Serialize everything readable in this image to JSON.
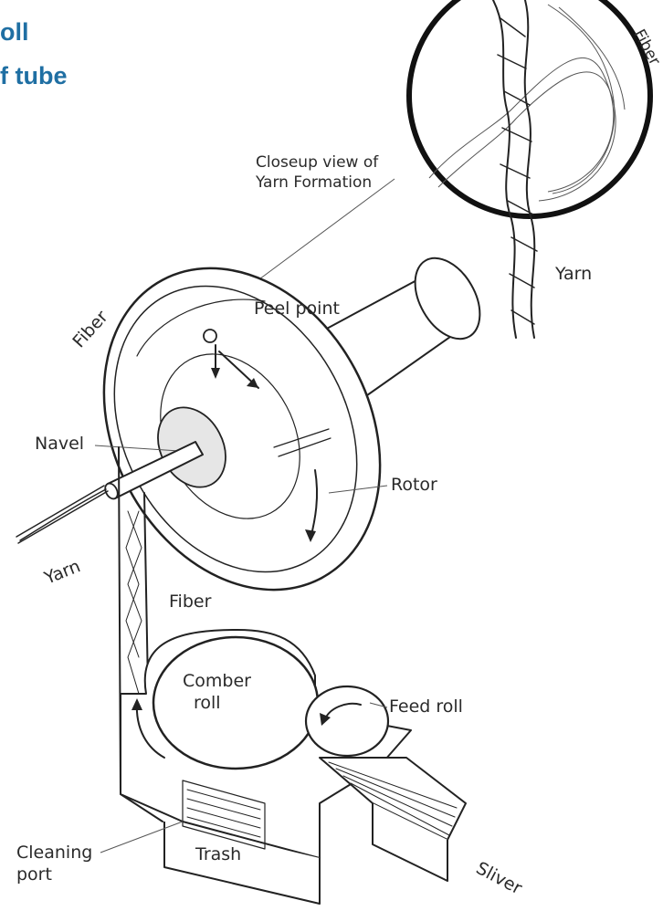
{
  "header": {
    "line1": "oll",
    "line2": "f tube",
    "color": "#1f6fa3"
  },
  "diagram": {
    "labels": {
      "closeup": [
        "Closeup view of",
        "Yarn Formation"
      ],
      "fiber_top_right": "Fiber",
      "yarn_closeup": "Yarn",
      "fiber_left": "Fiber",
      "peel_point": "Peel point",
      "navel": "Navel",
      "rotor": "Rotor",
      "yarn_left": "Yarn",
      "fiber_mid": "Fiber",
      "comber_roll": [
        "Comber",
        "roll"
      ],
      "feed_roll": "Feed roll",
      "cleaning_port": [
        "Cleaning",
        "port"
      ],
      "trash": "Trash",
      "sliver": "Sliver"
    }
  }
}
